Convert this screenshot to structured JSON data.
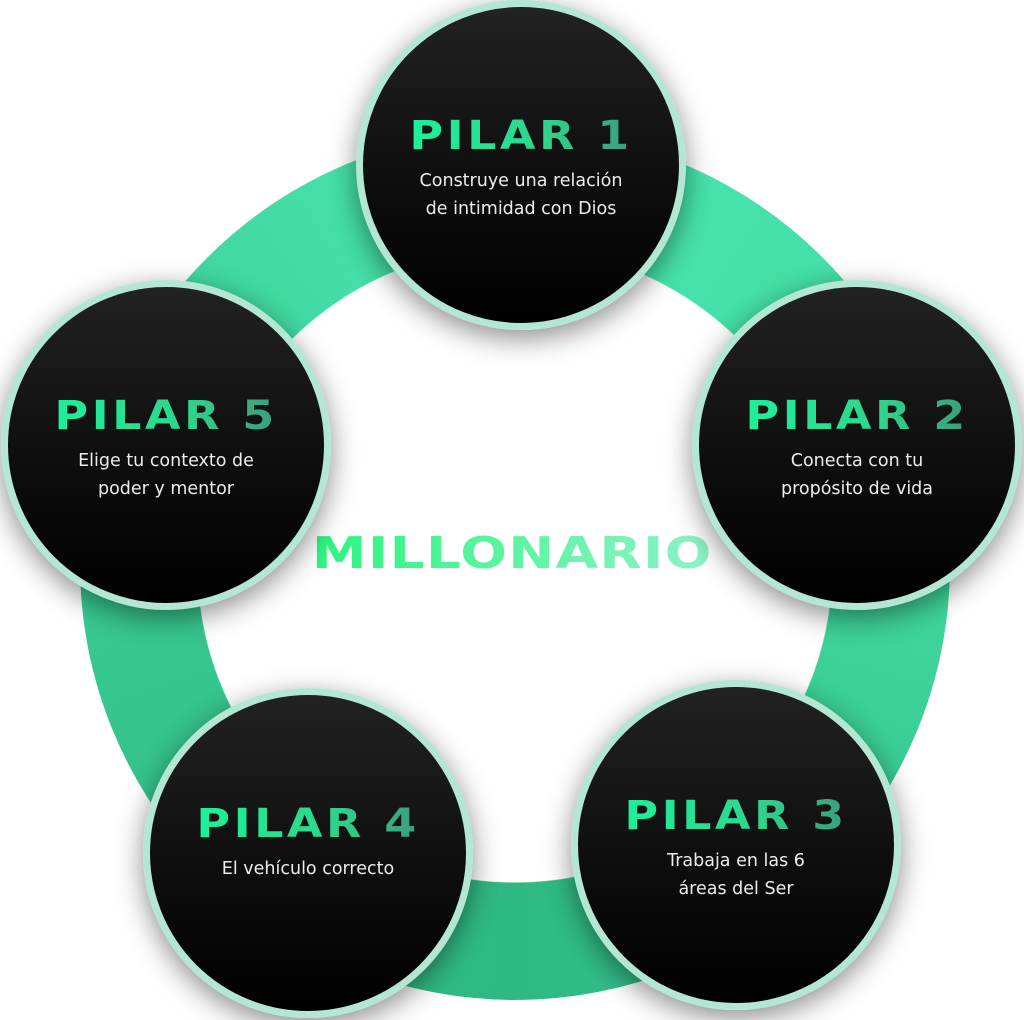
{
  "center_title": "MILLONARIO",
  "colors": {
    "ring": "#3fd79e",
    "title_green": "#1cf09a",
    "circle_bg": "#111111",
    "circle_border": "#b4e6d4"
  },
  "pillars": [
    {
      "title": "PILAR 1",
      "line1": "Construye una relación",
      "line2": "de intimidad con Dios"
    },
    {
      "title": "PILAR 2",
      "line1": "Conecta con tu",
      "line2": "propósito de vida"
    },
    {
      "title": "PILAR 3",
      "line1": "Trabaja en las 6",
      "line2": "áreas del Ser"
    },
    {
      "title": "PILAR 4",
      "line1": "El vehículo correcto",
      "line2": ""
    },
    {
      "title": "PILAR 5",
      "line1": "Elige tu contexto de",
      "line2": "poder y mentor"
    }
  ]
}
